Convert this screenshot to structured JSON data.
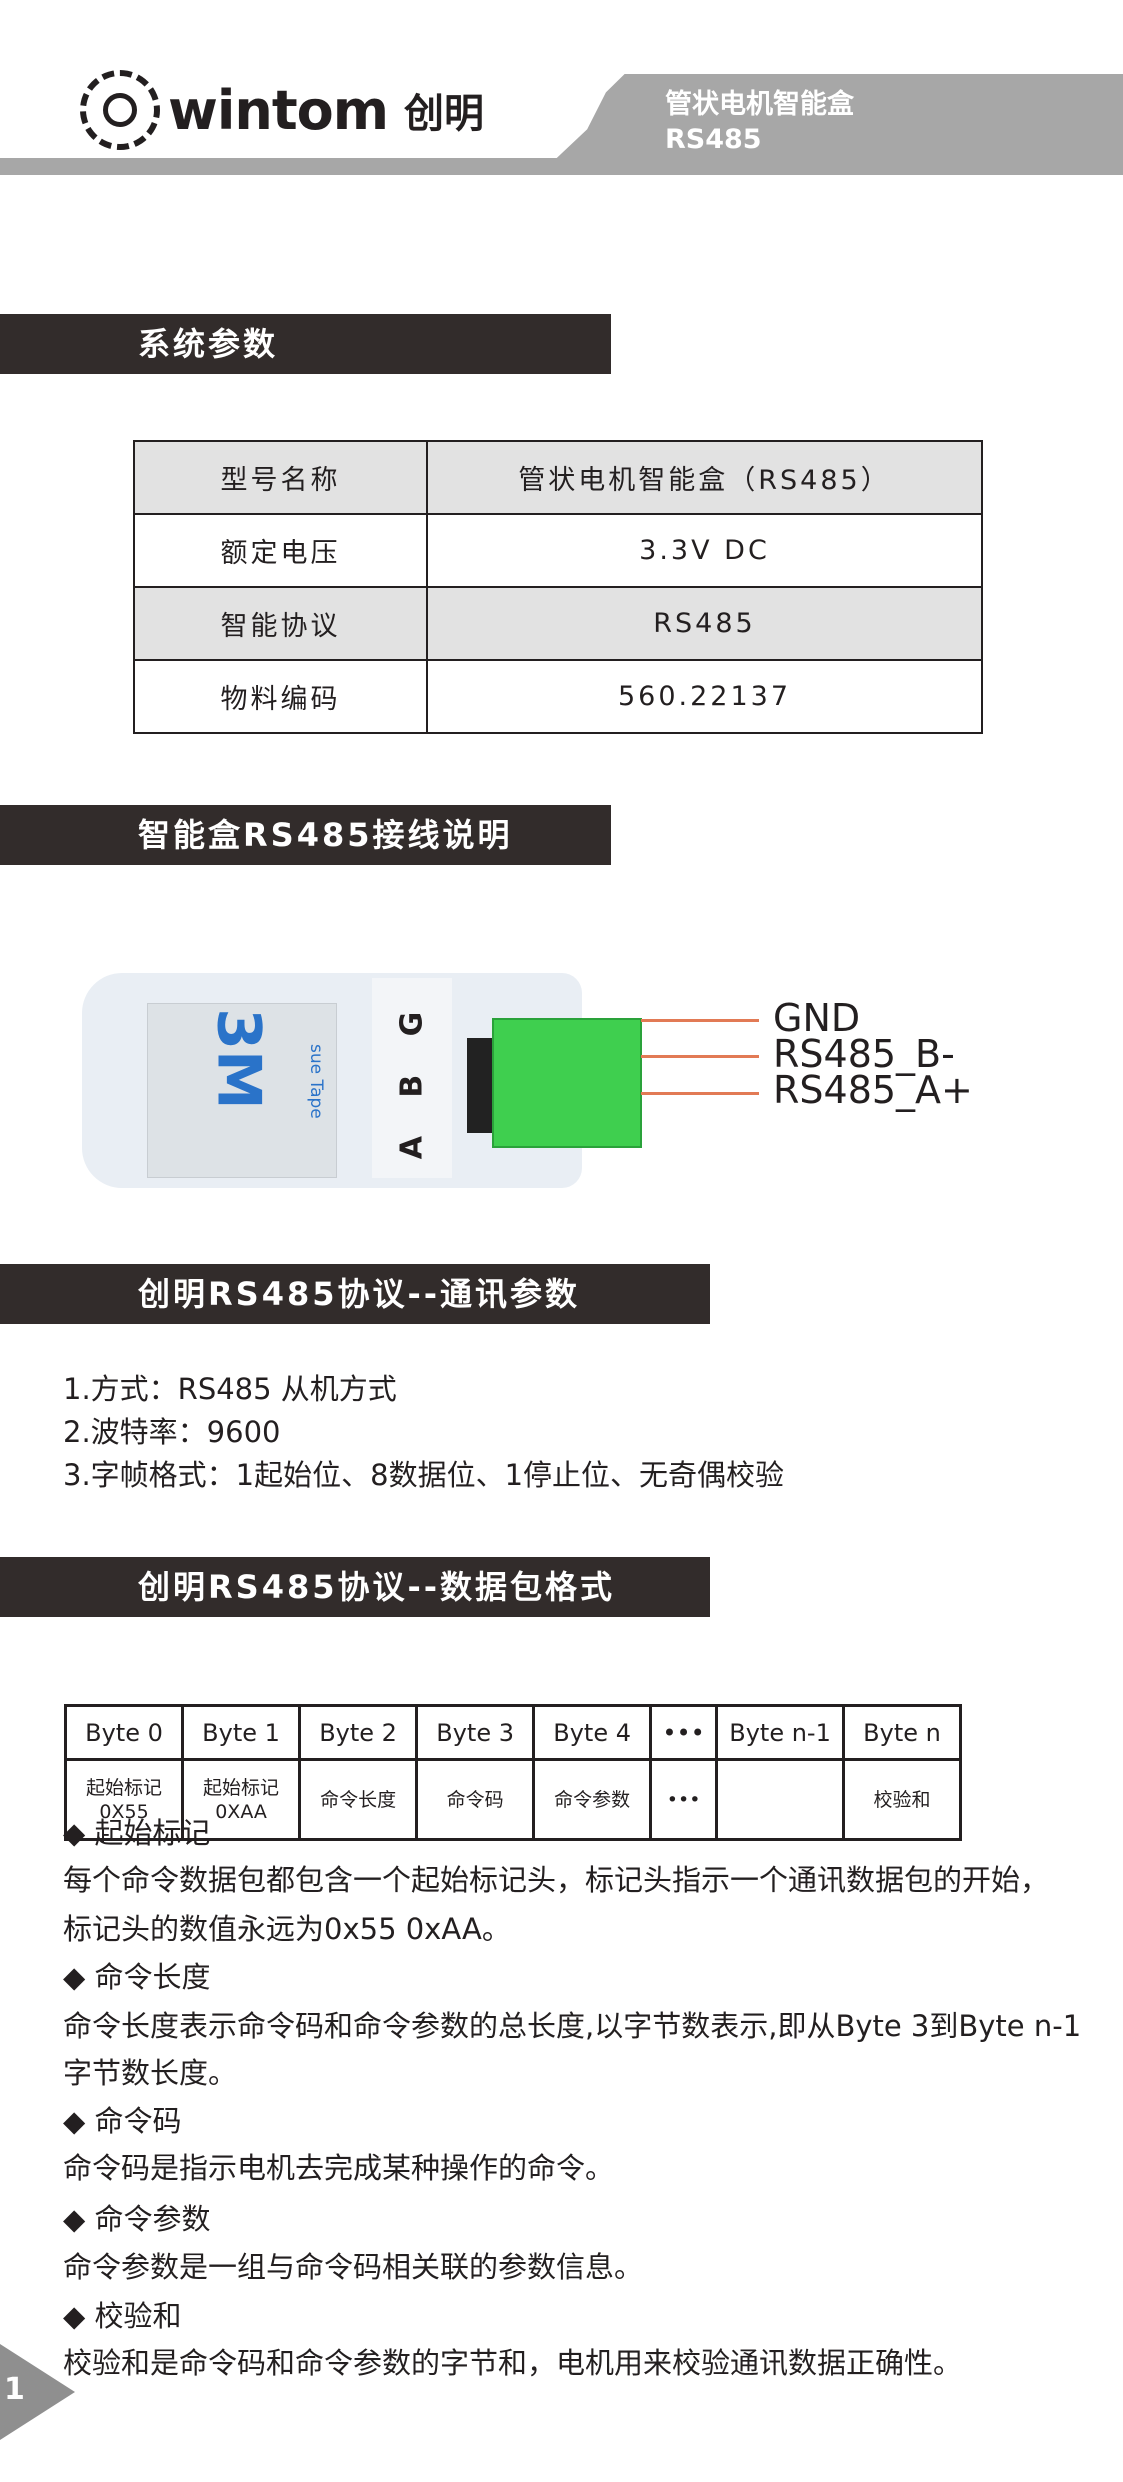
{
  "header": {
    "brand": "wintom",
    "brand_cn": "创明",
    "title": "管状电机智能盒",
    "subtitle": "RS485"
  },
  "sections": {
    "params": "系统参数",
    "wiring": "智能盒RS485接线说明",
    "comm": "创明RS485协议--通讯参数",
    "packet": "创明RS485协议--数据包格式"
  },
  "spec_table": [
    {
      "label": "型号名称",
      "value": "管状电机智能盒（RS485）"
    },
    {
      "label": "额定电压",
      "value": "3.3V DC"
    },
    {
      "label": "智能协议",
      "value": "RS485"
    },
    {
      "label": "物料编码",
      "value": "560.22137"
    }
  ],
  "wiring": {
    "device_pins": "A B G",
    "tape_brand": "3M",
    "tape_text": "sue Tape",
    "labels": [
      "GND",
      "RS485_B-",
      "RS485_A+"
    ],
    "wire_color": "#e27a55"
  },
  "comm_params": [
    "1.方式：RS485 从机方式",
    "2.波特率：9600",
    "3.字帧格式：1起始位、8数据位、1停止位、无奇偶校验"
  ],
  "byte_table": {
    "headers": [
      "Byte 0",
      "Byte 1",
      "Byte 2",
      "Byte 3",
      "Byte 4",
      "•••",
      "Byte n-1",
      "Byte n"
    ],
    "cells": [
      "起始标记\n0X55",
      "起始标记\n0XAA",
      "命令长度",
      "命令码",
      "命令参数",
      "•••",
      "",
      "校验和"
    ]
  },
  "definitions": [
    {
      "title": "起始标记",
      "lines": [
        "每个命令数据包都包含一个起始标记头，标记头指示一个通讯数据包的开始，",
        "标记头的数值永远为0x55 0xAA。"
      ]
    },
    {
      "title": "命令长度",
      "lines": [
        "命令长度表示命令码和命令参数的总长度,以字节数表示,即从Byte 3到Byte n-1",
        "字节数长度。"
      ]
    },
    {
      "title": "命令码",
      "lines": [
        "命令码是指示电机去完成某种操作的命令。"
      ]
    },
    {
      "title": "命令参数",
      "lines": [
        "命令参数是一组与命令码相关联的参数信息。"
      ]
    },
    {
      "title": "校验和",
      "lines": [
        "校验和是命令码和命令参数的字节和，电机用来校验通讯数据正确性。"
      ]
    }
  ],
  "page_number": "1"
}
